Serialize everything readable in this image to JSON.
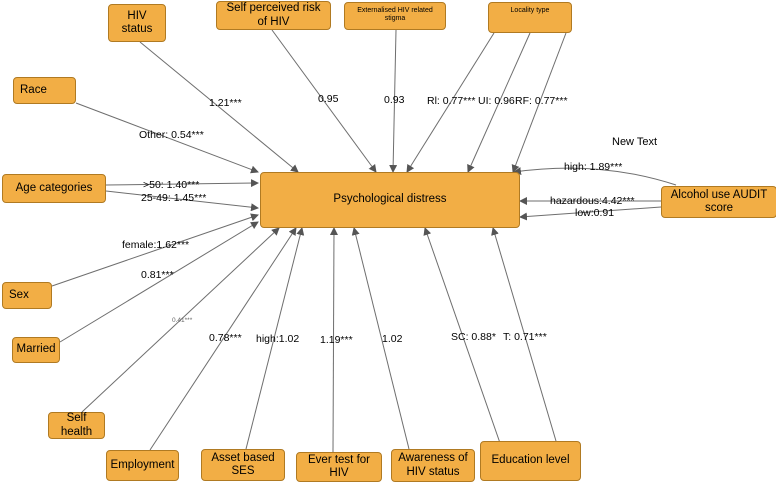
{
  "outcome": "Psychological distress",
  "boxes": {
    "hiv_status": "HIV status",
    "self_perceived_risk": "Self perceived risk of HIV",
    "externalised_stigma": "Externalised HIV related stigma",
    "locality_type": "Locality type",
    "race": "Race",
    "age_categories": "Age categories",
    "sex": "Sex",
    "married": "Married",
    "self_health": "Self health",
    "employment": "Employment",
    "asset_ses": "Asset based SES",
    "ever_test": "Ever test for HIV",
    "awareness": "Awareness of HIV status",
    "education": "Education level",
    "alcohol": "Alcohol use AUDIT score"
  },
  "labels": {
    "hiv_status": "1.21***",
    "self_perceived_risk": "0.95",
    "externalised_stigma": "0.93",
    "locality_rl": "Rl: 0.77***",
    "locality_ui": "UI: 0.96",
    "locality_rf": "RF: 0.77***",
    "race_other": "Other: 0.54***",
    "age_50": ">50: 1.40***",
    "age_25_49": "25-49: 1.45***",
    "sex_female": "female:1.62***",
    "married": "0.81***",
    "self_health": "0.41***",
    "employment": "0.78***",
    "asset_high": "high:1.02",
    "ever_test": "1.19***",
    "awareness": "1.02",
    "edu_sc": "SC: 0.88*",
    "edu_t": "T: 0.71***",
    "alc_high": "high: 1.89***",
    "alc_hazardous": "hazardous:4.42***",
    "alc_low": "low:0.91"
  },
  "note": "New Text"
}
